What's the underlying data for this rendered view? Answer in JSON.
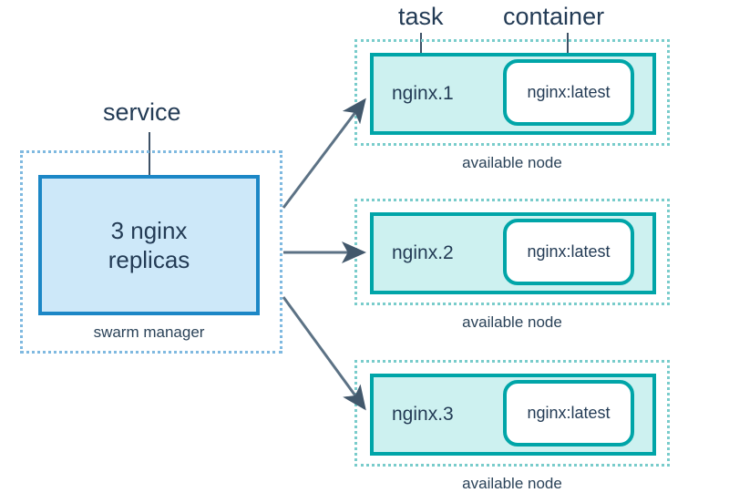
{
  "diagram": {
    "title": "docker-swarm-service-tasks-containers",
    "colors": {
      "service_fill": "#cde8f9",
      "service_border": "#1c87c6",
      "service_dashed": "#7fb9e0",
      "node_fill": "#cdf1f0",
      "node_border": "#00a5a8",
      "node_dashed": "#79cccb",
      "container_fill": "#ffffff",
      "text": "#233b55",
      "arrow": "#5a6e80",
      "background": "#ffffff"
    }
  },
  "callouts": {
    "service": "service",
    "task": "task",
    "container": "container"
  },
  "service": {
    "replicas_line1": "3 nginx",
    "replicas_line2": "replicas",
    "caption": "swarm manager"
  },
  "nodes": [
    {
      "task_name": "nginx.1",
      "container_image": "nginx:latest",
      "caption": "available node"
    },
    {
      "task_name": "nginx.2",
      "container_image": "nginx:latest",
      "caption": "available node"
    },
    {
      "task_name": "nginx.3",
      "container_image": "nginx:latest",
      "caption": "available node"
    }
  ],
  "arrows": [
    {
      "name": "service-to-node-1"
    },
    {
      "name": "service-to-node-2"
    },
    {
      "name": "service-to-node-3"
    }
  ]
}
